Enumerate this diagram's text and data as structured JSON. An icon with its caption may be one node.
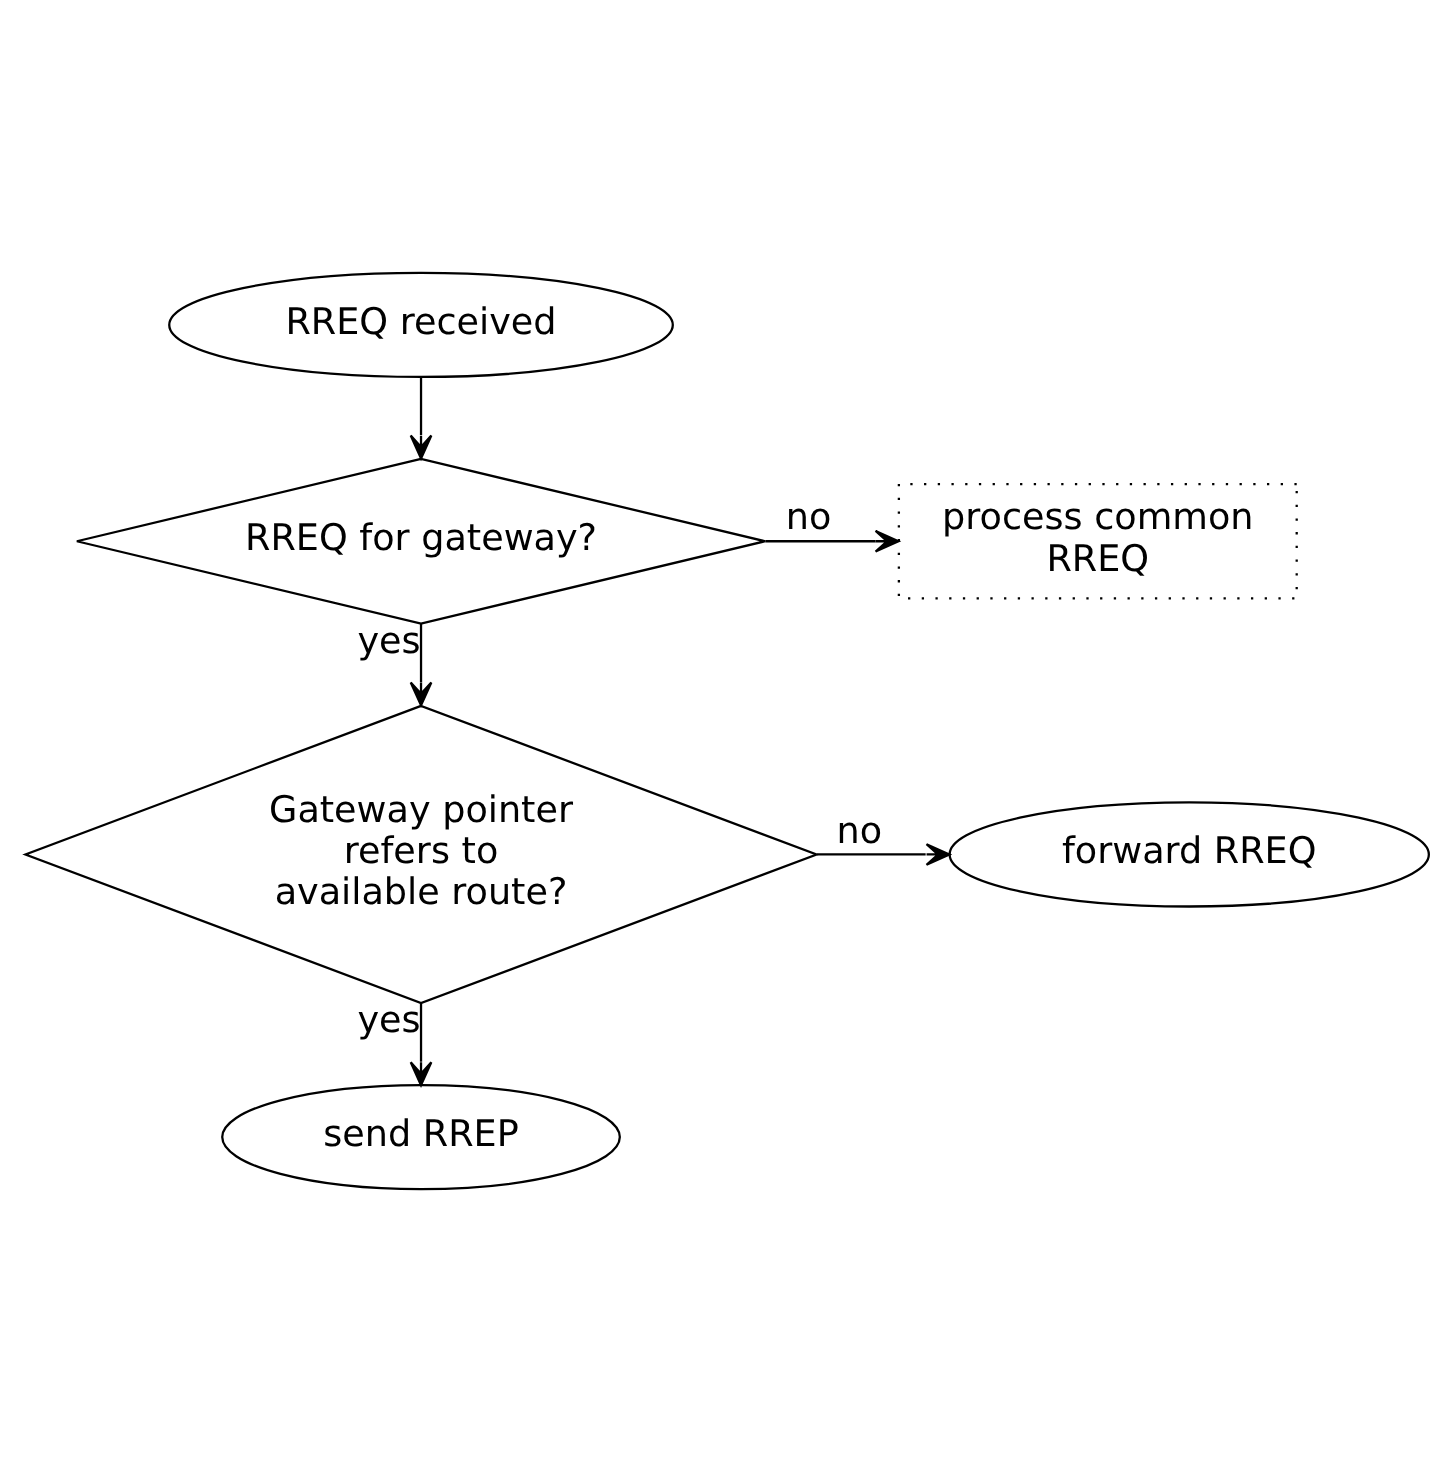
{
  "diagram": {
    "nodes": [
      {
        "text": [
          "RREQ received"
        ]
      },
      {
        "text": [
          "RREQ for gateway?"
        ]
      },
      {
        "text": [
          "process common RREQ"
        ]
      },
      {
        "text": [
          "Gateway pointer refers to available route?"
        ]
      },
      {
        "text": [
          "forward RREQ"
        ]
      },
      {
        "text": [
          "send RREP"
        ]
      }
    ],
    "edges": [
      {
        "from": 0,
        "to": 1,
        "arrow": "to"
      },
      {
        "from": 1,
        "to": 2,
        "arrow": "to",
        "label": "no"
      },
      {
        "from": 1,
        "to": 3,
        "arrow": "to",
        "label": "yes"
      },
      {
        "from": 3,
        "to": 4,
        "arrow": "to",
        "label": "no"
      },
      {
        "from": 3,
        "to": 5,
        "arrow": "to",
        "label": "yes"
      }
    ]
  }
}
